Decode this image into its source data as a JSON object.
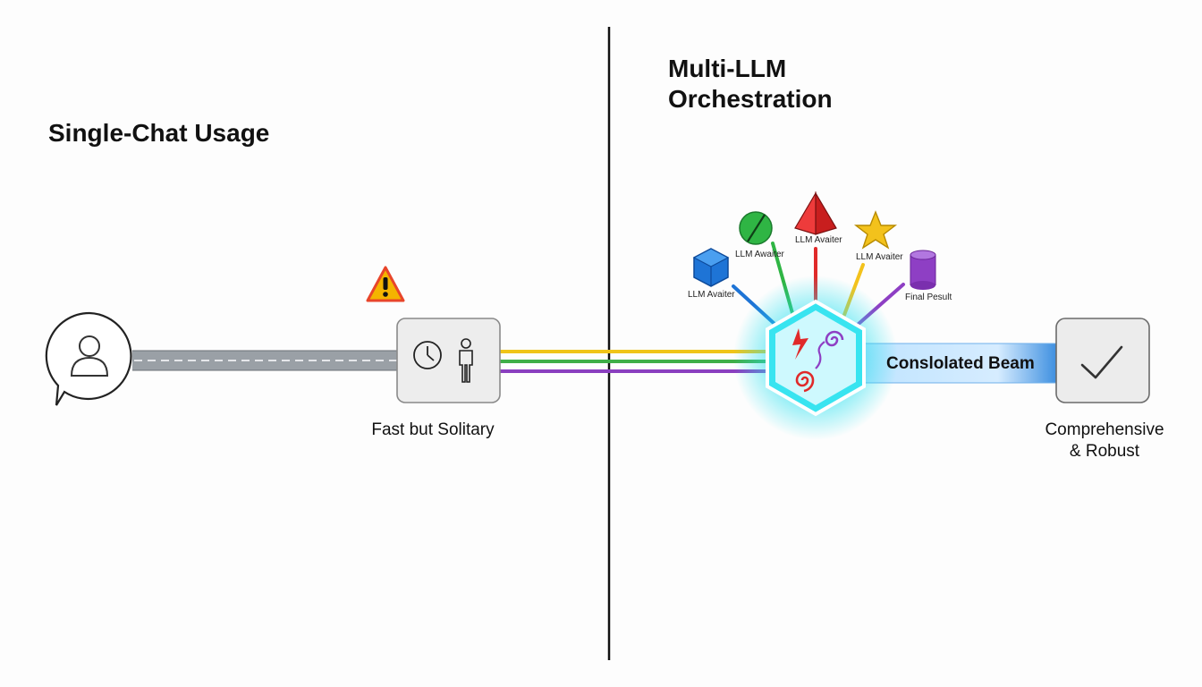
{
  "left_panel": {
    "title": "Single-Chat Usage",
    "caption": "Fast but Solitary"
  },
  "right_panel": {
    "title_line1": "Multi-LLM",
    "title_line2": "Orchestration",
    "avatars": [
      {
        "label": "LLM Avaiter",
        "shape": "cube",
        "color": "#1e74d6"
      },
      {
        "label": "LLM Awaiter",
        "shape": "circle",
        "color": "#2fb544"
      },
      {
        "label": "LLM Avaiter",
        "shape": "pyramid",
        "color": "#e02a2a"
      },
      {
        "label": "LLM Avaiter",
        "shape": "star",
        "color": "#f3c21c"
      },
      {
        "label": "Final Pesult",
        "shape": "cylinder",
        "color": "#8e3fc4"
      }
    ],
    "beam_label": "Conslolated Beam",
    "caption_line1": "Comprehensive",
    "caption_line2": "& Robust"
  },
  "colors": {
    "stream_yellow": "#f0c419",
    "stream_green": "#3fae48",
    "stream_purple": "#8a3fbf",
    "hub_glow": "#27e0ef",
    "beam_blue": "#3d8fe0",
    "warning": "#f4b400"
  }
}
